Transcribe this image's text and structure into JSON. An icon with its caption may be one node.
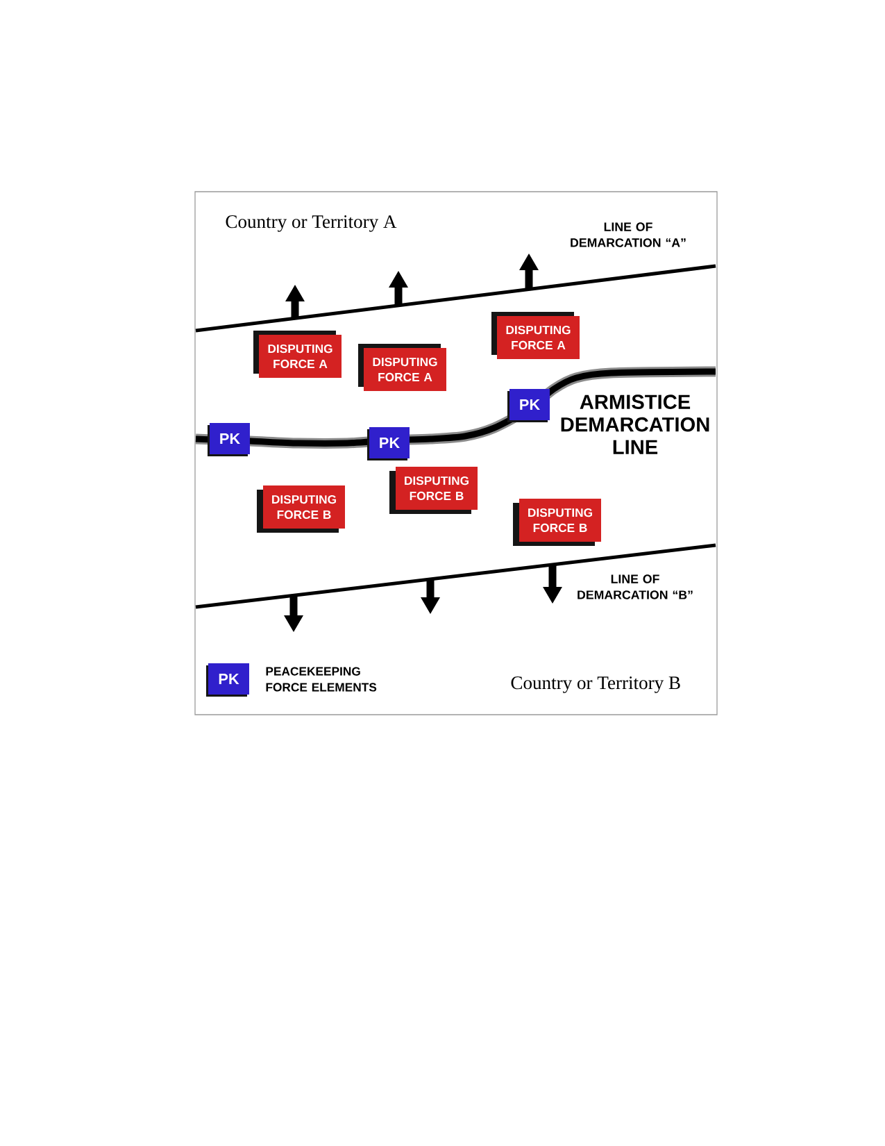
{
  "diagram": {
    "nodes": [
      {
        "text": [
          "DISPUTING FORCE A"
        ]
      },
      {
        "text": [
          "DISPUTING FORCE A"
        ]
      },
      {
        "text": [
          "DISPUTING FORCE A"
        ]
      },
      {
        "text": [
          "PK"
        ]
      },
      {
        "text": [
          "PK"
        ]
      },
      {
        "text": [
          "PK"
        ]
      },
      {
        "text": [
          "DISPUTING FORCE B"
        ]
      },
      {
        "text": [
          "DISPUTING FORCE B"
        ]
      },
      {
        "text": [
          "DISPUTING FORCE B"
        ]
      }
    ],
    "labels": [
      "Country or Territory A",
      "LINE OF DEMARCATION “A”",
      "ARMISTICE DEMARCATION LINE",
      "LINE OF DEMARCATION “B”",
      "PK",
      "Country or Territory B"
    ],
    "legend": [
      {
        "text": "PEACEKEEPING FORCE ELEMENTS",
        "color": "#3020cc"
      }
    ]
  }
}
